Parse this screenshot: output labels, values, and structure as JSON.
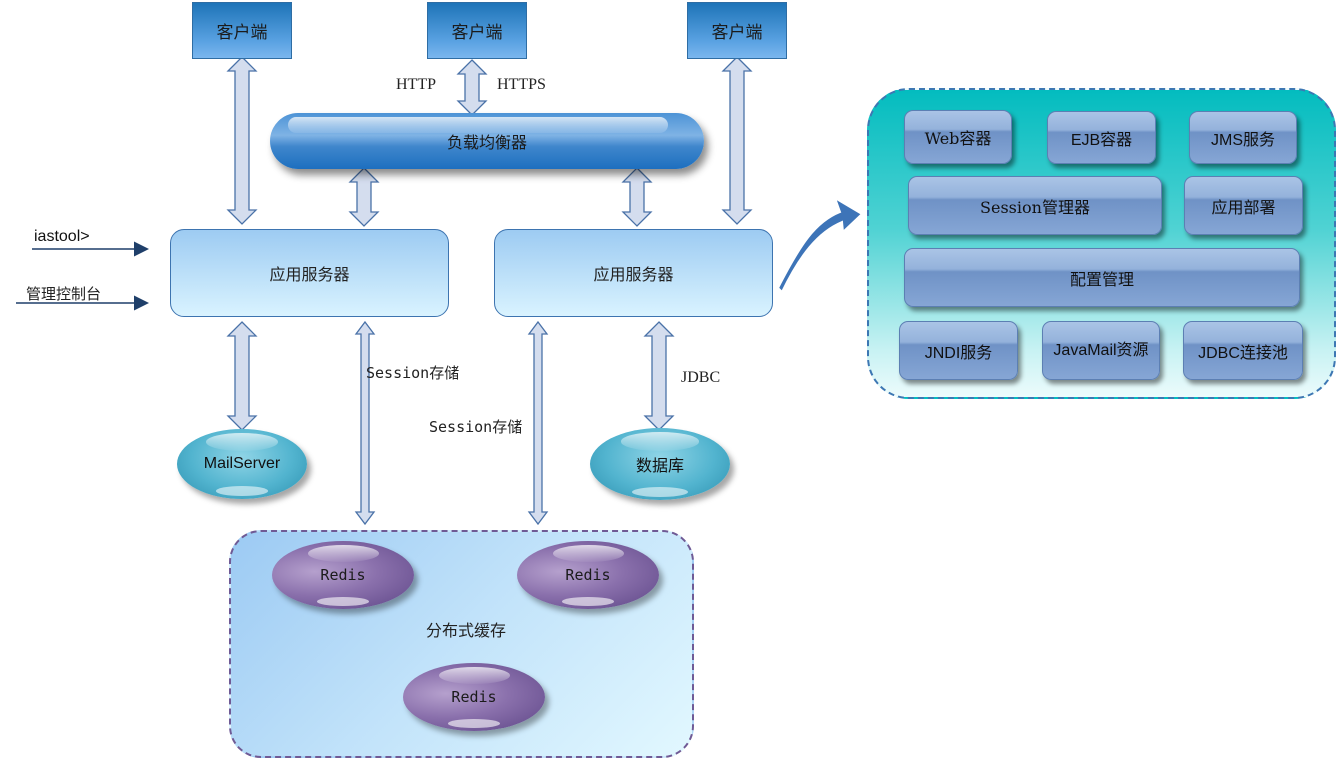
{
  "clients": [
    {
      "label": "客户端"
    },
    {
      "label": "客户端"
    },
    {
      "label": "客户端"
    }
  ],
  "protocols": {
    "http": "HTTP",
    "https": "HTTPS"
  },
  "load_balancer": {
    "label": "负载均衡器"
  },
  "app_servers": [
    {
      "label": "应用服务器"
    },
    {
      "label": "应用服务器"
    }
  ],
  "admin_inputs": [
    {
      "label": "iastool>"
    },
    {
      "label": "管理控制台"
    }
  ],
  "connections": {
    "session_store_1": "Session存储",
    "session_store_2": "Session存储",
    "jdbc": "JDBC"
  },
  "resources": {
    "mail_server": "MailServer",
    "database": "数据库"
  },
  "distributed_cache": {
    "label": "分布式缓存",
    "nodes": [
      {
        "label": "Redis"
      },
      {
        "label": "Redis"
      },
      {
        "label": "Redis"
      }
    ]
  },
  "app_server_detail": {
    "modules": [
      {
        "label": "Web容器"
      },
      {
        "label": "EJB容器"
      },
      {
        "label": "JMS服务"
      },
      {
        "label": "Session管理器"
      },
      {
        "label": "应用部署"
      },
      {
        "label": "配置管理"
      },
      {
        "label": "JNDI服务"
      },
      {
        "label": "JavaMail资源"
      },
      {
        "label": "JDBC连接池"
      }
    ]
  },
  "colors": {
    "client_fill": "#1e74b8",
    "arrow_fill": "#d3dcec",
    "arrow_stroke": "#4a72a8",
    "panel_teal": "#03bcbf",
    "redis_purple": "#7a5f9e",
    "cache_border": "#6f5a95"
  }
}
